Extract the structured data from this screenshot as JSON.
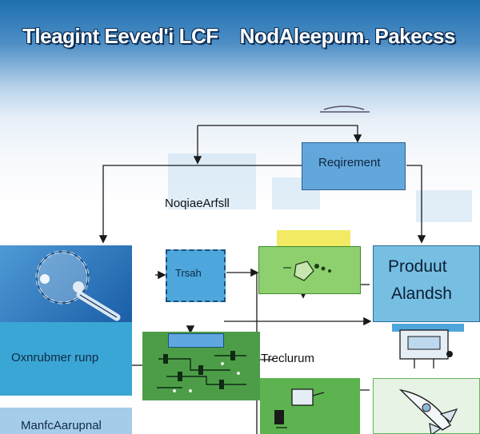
{
  "title": "Tleagint Eeved'i LCF    NodAleepum. Pakecss",
  "nodes": {
    "requirement": "Reqirement",
    "mid_label": "NoqiaeArfsll",
    "task": "Trsah",
    "product_line1": "Produut",
    "product_line2": "Alandsh",
    "customer": "Oxnrubmer runp",
    "trade": "Treclurum",
    "marketing": "ManfcAarupnal"
  },
  "colors": {
    "header_blue": "#1d6fae",
    "node_blue": "#62a7dc",
    "node_green": "#8fd06e",
    "circuit_green": "#4d9d48",
    "connector": "#1a1a1a"
  }
}
